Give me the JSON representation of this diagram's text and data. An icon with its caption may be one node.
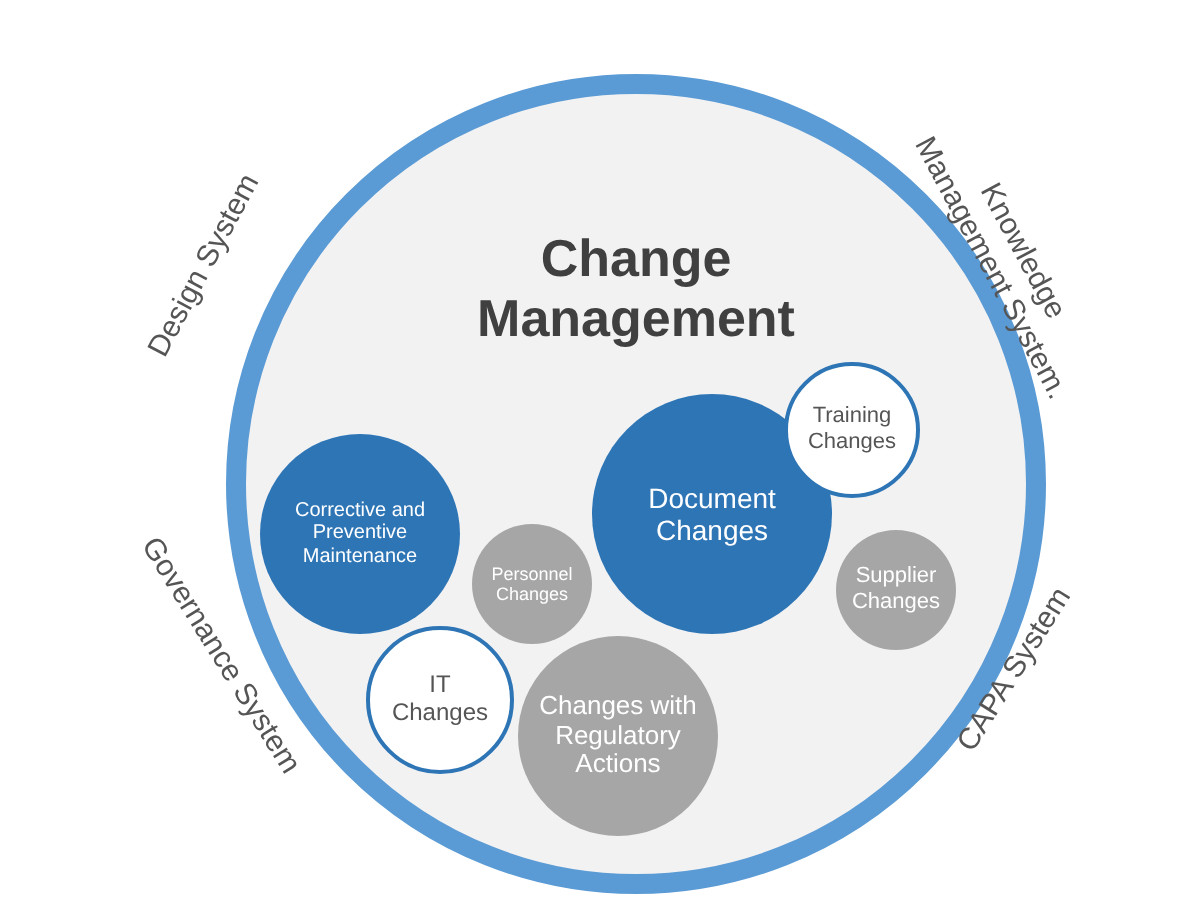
{
  "diagram": {
    "nodes": [
      {
        "text": [
          "Change Management"
        ]
      },
      {
        "text": [
          "Corrective and Preventive Maintenance"
        ],
        "in": 0
      },
      {
        "text": [
          "Personnel Changes"
        ],
        "in": 0
      },
      {
        "text": [
          "Document Changes"
        ],
        "in": 0
      },
      {
        "text": [
          "Training Changes"
        ],
        "in": 0
      },
      {
        "text": [
          "Supplier Changes"
        ],
        "in": 0
      },
      {
        "text": [
          "IT Changes"
        ],
        "in": 0
      },
      {
        "text": [
          "Changes with Regulatory Actions"
        ],
        "in": 0
      }
    ],
    "labels": [
      "Design System",
      "Knowledge Management System.",
      "Governance System",
      "CAPA System"
    ]
  }
}
